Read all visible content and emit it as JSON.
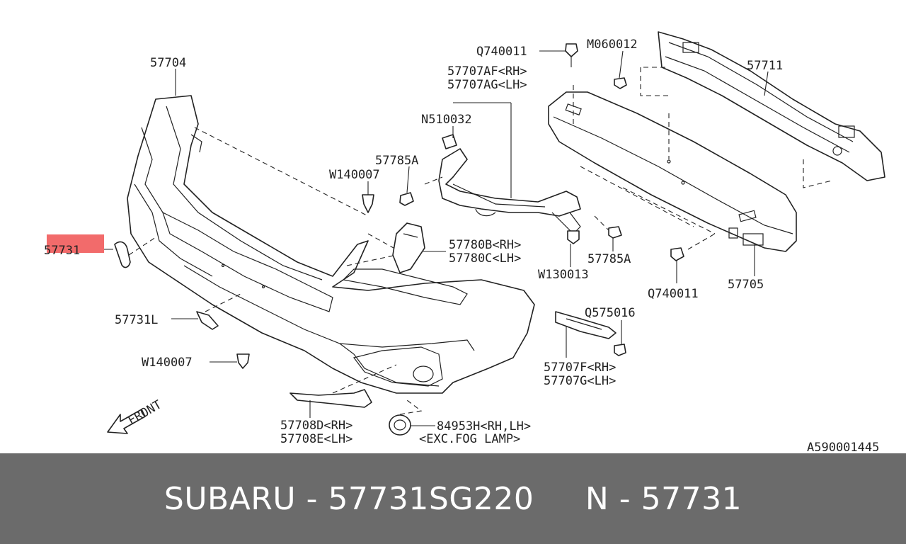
{
  "highlight_color": "#f26b6b",
  "footer": {
    "background": "#6b6b6b",
    "text": "SUBARU - 57731SG220     N - 57731"
  },
  "diagram": {
    "code": "A590001445",
    "labels": {
      "p57704": "57704",
      "p57731": "57731",
      "p57731L": "57731L",
      "w140007_a": "W140007",
      "w140007_b": "W140007",
      "front": "FRONT",
      "q740011_a": "Q740011",
      "m060012": "M060012",
      "p57711": "57711",
      "p57707AF": "57707AF<RH>",
      "p57707AG": "57707AG<LH>",
      "n510032": "N510032",
      "p57785A_a": "57785A",
      "p57785A_b": "57785A",
      "p57780B": "57780B<RH>",
      "p57780C": "57780C<LH>",
      "w130013": "W130013",
      "q740011_b": "Q740011",
      "p57705": "57705",
      "q575016": "Q575016",
      "p57707F": "57707F<RH>",
      "p57707G": "57707G<LH>",
      "p57708D": "57708D<RH>",
      "p57708E": "57708E<LH>",
      "p84953H": "84953H<RH,LH>",
      "exc_fog": "<EXC.FOG LAMP>"
    }
  }
}
